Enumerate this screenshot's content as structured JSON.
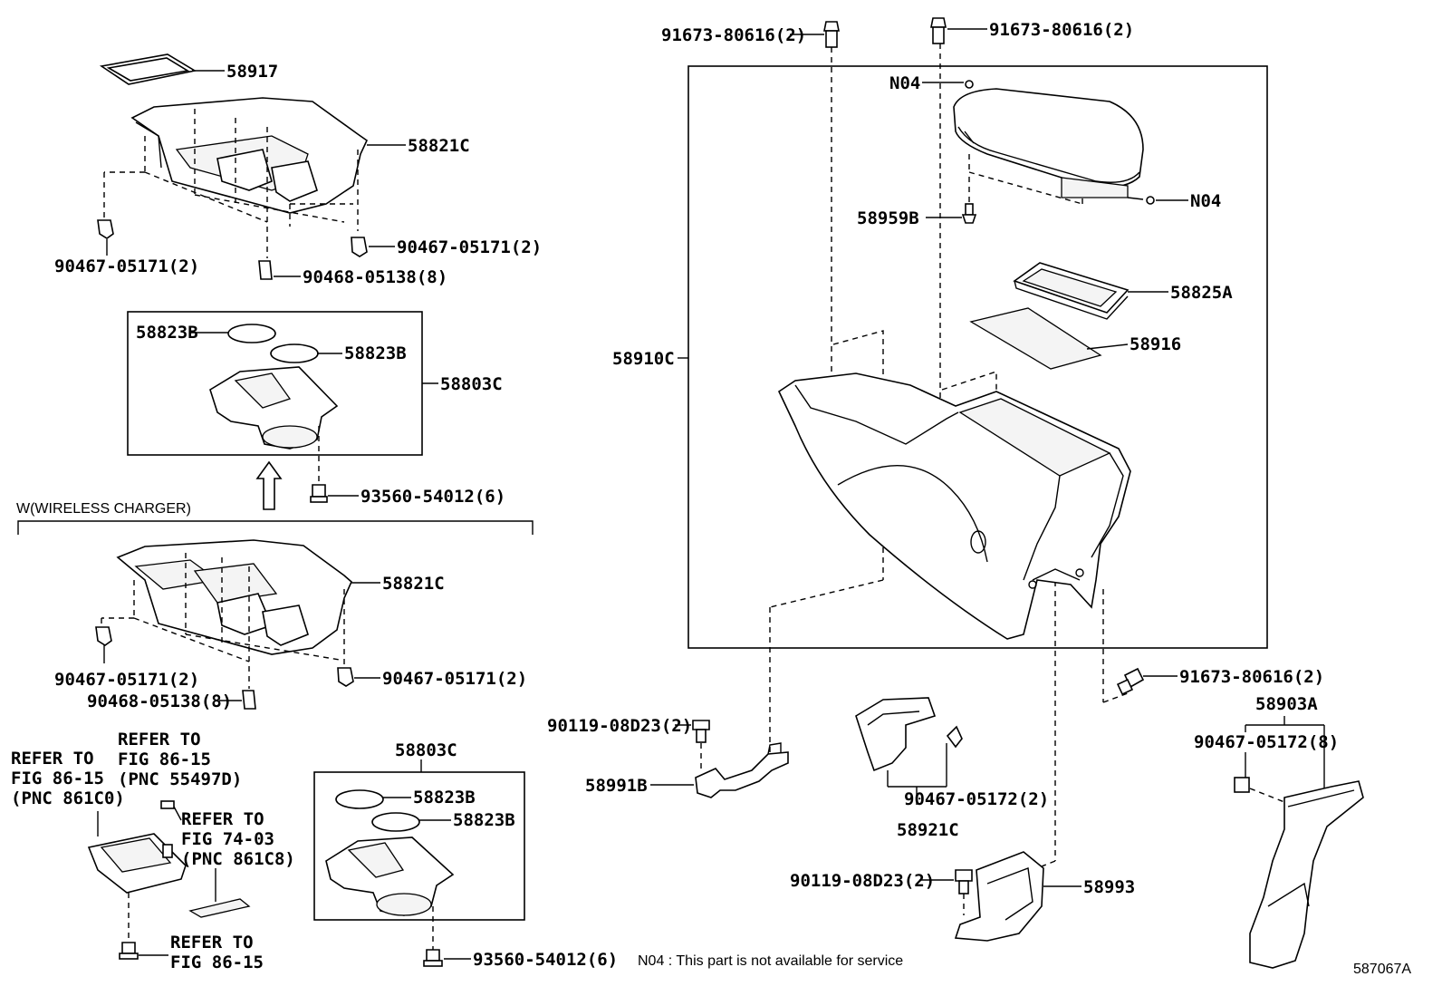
{
  "labels": {
    "p58917": "58917",
    "p58821c_top": "58821C",
    "p90467_top_left": "90467-05171(2)",
    "p90467_top_right": "90467-05171(2)",
    "p90468_top": "90468-05138(8)",
    "p58823b_1": "58823B",
    "p58823b_2": "58823B",
    "p58803c_top": "58803C",
    "p93560_top": "93560-54012(6)",
    "wireless_title": "W(WIRELESS CHARGER)",
    "p58821c_mid": "58821C",
    "p90467_mid_left": "90467-05171(2)",
    "p90467_mid_right": "90467-05171(2)",
    "p90468_mid": "90468-05138(8)",
    "ref1_l1": "REFER TO",
    "ref1_l2": "FIG 86-15",
    "ref1_l3": "(PNC 861C0)",
    "ref2_l1": "REFER TO",
    "ref2_l2": "FIG 86-15",
    "ref2_l3": "(PNC 55497D)",
    "ref3_l1": "REFER TO",
    "ref3_l2": "FIG 74-03",
    "ref3_l3": "(PNC 861C8)",
    "ref4_l1": "REFER TO",
    "ref4_l2": "FIG 86-15",
    "p58803c_bot": "58803C",
    "p58823b_3": "58823B",
    "p58823b_4": "58823B",
    "p93560_bot": "93560-54012(6)",
    "p91673_left": "91673-80616(2)",
    "p91673_right": "91673-80616(2)",
    "n04_top": "N04",
    "n04_right": "N04",
    "p58959b": "58959B",
    "p58825a": "58825A",
    "p58916": "58916",
    "p58910c": "58910C",
    "p90119_left": "90119-08D23(2)",
    "p58991b": "58991B",
    "p90467_05172_mid": "90467-05172(2)",
    "p58921c": "58921C",
    "p90119_bot": "90119-08D23(2)",
    "p58993": "58993",
    "p91673_bot": "91673-80616(2)",
    "p58903a": "58903A",
    "p90467_05172_right": "90467-05172(8)",
    "note": "N04 : This part is not available for service",
    "drawing_id": "587067A"
  }
}
